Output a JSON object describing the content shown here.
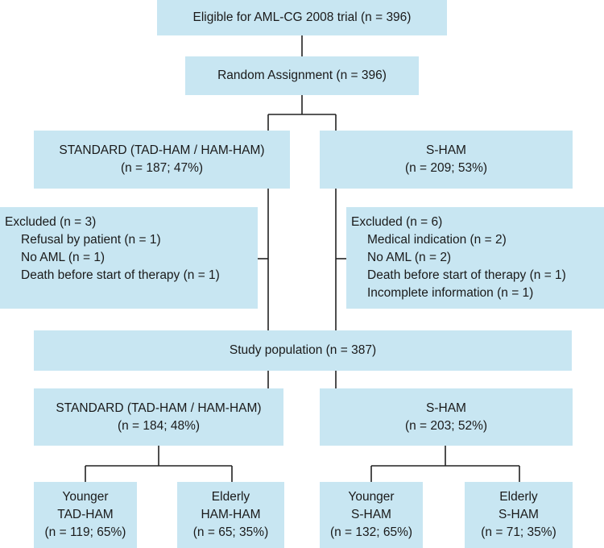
{
  "eligible": "Eligible for AML-CG 2008 trial (n = 396)",
  "random": "Random Assignment (n = 396)",
  "arm1": {
    "title": "STANDARD (TAD-HAM / HAM-HAM)",
    "n": "(n = 187; 47%)"
  },
  "arm2": {
    "title": "S-HAM",
    "n": "(n = 209; 53%)"
  },
  "excl1": {
    "head": "Excluded (n = 3)",
    "items": [
      "Refusal by patient (n = 1)",
      "No AML (n = 1)",
      "Death before start of therapy (n = 1)"
    ]
  },
  "excl2": {
    "head": "Excluded (n = 6)",
    "items": [
      "Medical indication (n = 2)",
      "No AML (n = 2)",
      "Death before start of therapy (n = 1)",
      "Incomplete information (n = 1)"
    ]
  },
  "study": "Study population (n = 387)",
  "pop1": {
    "title": "STANDARD (TAD-HAM / HAM-HAM)",
    "n": "(n = 184; 48%)"
  },
  "pop2": {
    "title": "S-HAM",
    "n": "(n = 203; 52%)"
  },
  "leaves": [
    {
      "group": "Younger",
      "regimen": "TAD-HAM",
      "n": "(n = 119; 65%)"
    },
    {
      "group": "Elderly",
      "regimen": "HAM-HAM",
      "n": "(n = 65; 35%)"
    },
    {
      "group": "Younger",
      "regimen": "S-HAM",
      "n": "(n = 132; 65%)"
    },
    {
      "group": "Elderly",
      "regimen": "S-HAM",
      "n": "(n = 71; 35%)"
    }
  ]
}
